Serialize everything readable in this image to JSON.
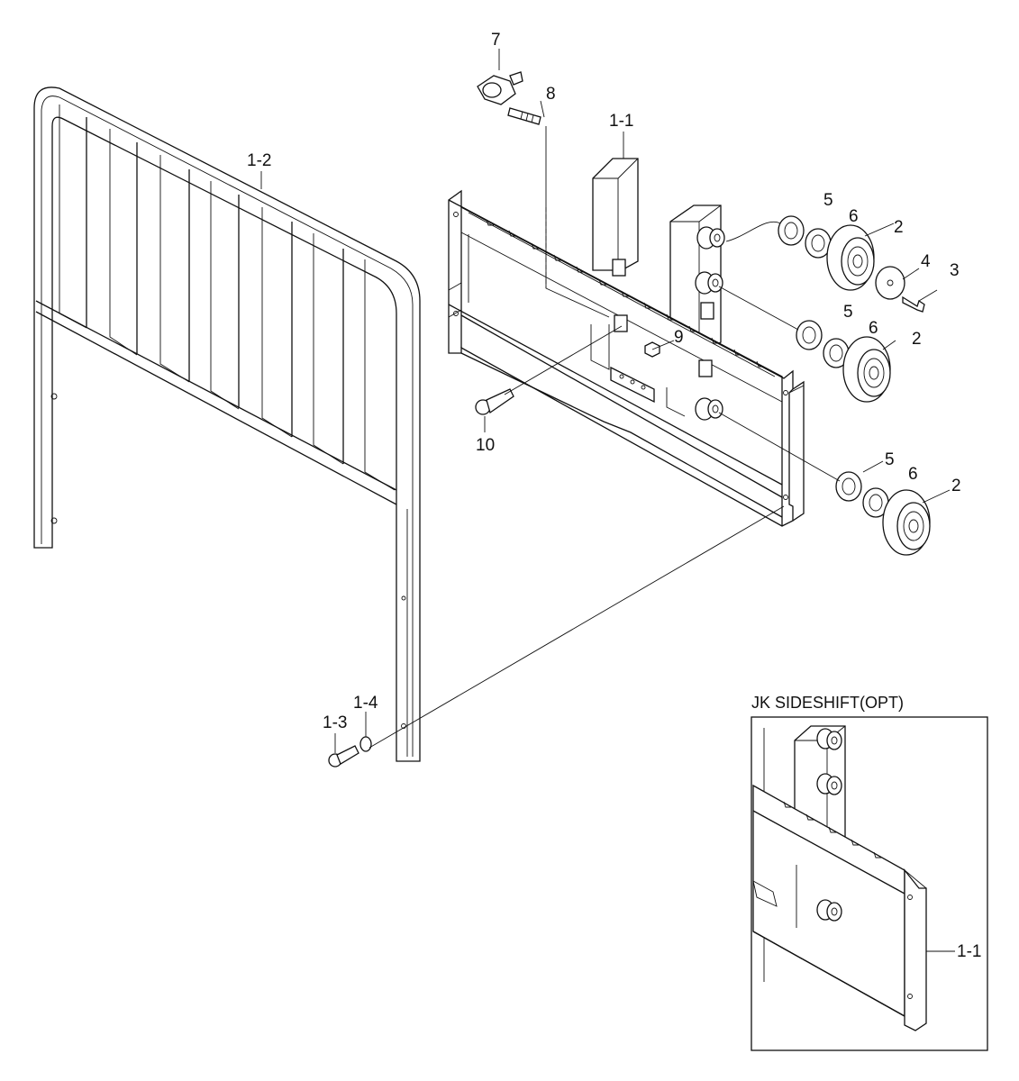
{
  "labels": {
    "l7": "7",
    "l8": "8",
    "l1_1a": "1-1",
    "l1_2": "1-2",
    "l5a": "5",
    "l6a": "6",
    "l2a": "2",
    "l4": "4",
    "l3": "3",
    "l5b": "5",
    "l6b": "6",
    "l2b": "2",
    "l9": "9",
    "l10": "10",
    "l5c": "5",
    "l6c": "6",
    "l2c": "2",
    "l1_3": "1-3",
    "l1_4": "1-4",
    "l1_1b": "1-1"
  },
  "inset": {
    "title": "JK SIDESHIFT(OPT)"
  }
}
